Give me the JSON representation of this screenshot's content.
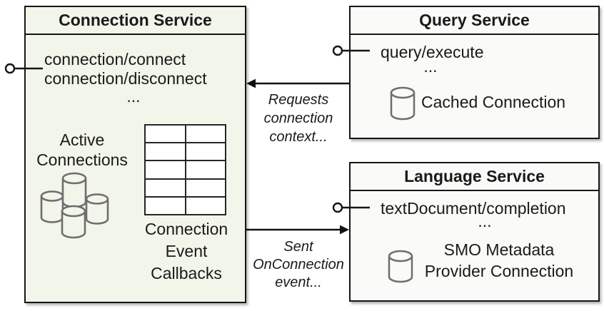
{
  "connection_service": {
    "title": "Connection Service",
    "methods": [
      "connection/connect",
      "connection/disconnect"
    ],
    "methods_ellipsis": "...",
    "active_connections_label": "Active\nConnections",
    "callbacks_label": "Connection\nEvent\nCallbacks"
  },
  "query_service": {
    "title": "Query Service",
    "methods": [
      "query/execute"
    ],
    "methods_ellipsis": "...",
    "cached_connection_label": "Cached Connection"
  },
  "language_service": {
    "title": "Language Service",
    "methods": [
      "textDocument/completion"
    ],
    "methods_ellipsis": "...",
    "smo_connection_label": "SMO Metadata\nProvider Connection"
  },
  "connectors": {
    "requests_arrow_label": "Requests\nconnection\ncontext...",
    "sent_arrow_label": "Sent\nOnConnection\nevent..."
  },
  "icons": {
    "lollipop_interface": "interface-lollipop-icon",
    "database_cluster": "database-cluster-icon",
    "database": "database-icon",
    "callback_table": "table-grid-icon"
  },
  "colors": {
    "border": "#161616",
    "text": "#1a1a1a",
    "connection_fill": "#f2f5ea",
    "service_fill": "#fafaf8",
    "cylinder_stroke": "#6e6e6e",
    "table_cell_fill": "#ffffff"
  }
}
